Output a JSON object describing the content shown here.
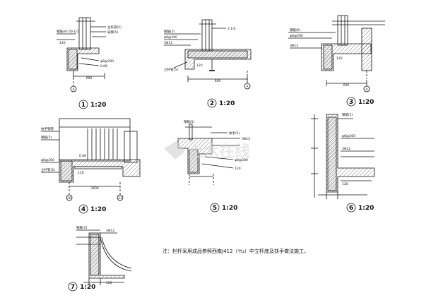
{
  "details": [
    {
      "num": "1",
      "scale": "1:20",
      "axis": "A",
      "dim": "600",
      "labels": [
        "钢筋(A) 00-1/1",
        "φ8@200",
        "120",
        "0.08",
        "立杆管(5)",
        "扁钢(5)"
      ]
    },
    {
      "num": "2",
      "scale": "1:20",
      "axis": "A",
      "dim": "600",
      "labels": [
        "钢筋(5)",
        "3 1/4",
        "φ8@200",
        "3Φ12",
        "120",
        "立杆管(5)"
      ]
    },
    {
      "num": "3",
      "scale": "1:20",
      "axis": "A",
      "dim": "600",
      "labels": [
        "钢筋(5)",
        "φ8@200",
        "3Φ12",
        "120"
      ]
    },
    {
      "num": "4",
      "scale": "1:20",
      "axis_left": "20",
      "axis_right": "23",
      "dim": "3400",
      "labels": [
        "扶手钢管",
        "钢筋(5)",
        "φ8@200",
        "120",
        "立杆管(5)",
        "0.08"
      ]
    },
    {
      "num": "5",
      "scale": "1:20",
      "labels": [
        "钢筋(5)",
        "扶手(5)",
        "3Φ12",
        "φ8@200",
        "120"
      ]
    },
    {
      "num": "6",
      "scale": "1:20",
      "labels": [
        "钢筋(5)",
        "φ8@200",
        "120",
        "3Φ12"
      ]
    },
    {
      "num": "7",
      "scale": "1:20",
      "labels": [
        "钢筋(5)",
        "3Φ12",
        "120"
      ]
    }
  ],
  "note": "注：栏杆采用成品参照西南J412（⁴⁄₅₂）中立杆底及扶手做法施工。",
  "watermark": "土木在线"
}
